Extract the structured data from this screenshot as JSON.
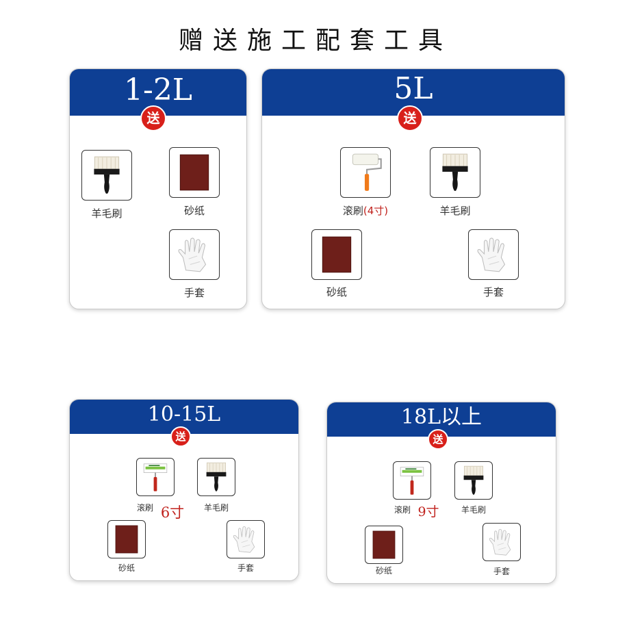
{
  "page_title": "赠送施工配套工具",
  "badge": "送",
  "colors": {
    "header_blue": "#0e3f94",
    "badge_red": "#d8201a",
    "sandpaper": "#6e1f1a",
    "roller_orange": "#f07a1a"
  },
  "cards": [
    {
      "volume": "1-2L",
      "tools": [
        {
          "icon": "brush-icon",
          "label": "羊毛刷"
        },
        {
          "icon": "sandpaper-icon",
          "label": "砂纸"
        },
        {
          "icon": "glove-icon",
          "label": "手套"
        }
      ]
    },
    {
      "volume": "5L",
      "tools": [
        {
          "icon": "roller-icon",
          "label": "滚刷",
          "size": "(4寸)"
        },
        {
          "icon": "brush-icon",
          "label": "羊毛刷"
        },
        {
          "icon": "sandpaper-icon",
          "label": "砂纸"
        },
        {
          "icon": "glove-icon",
          "label": "手套"
        }
      ]
    },
    {
      "volume": "10-15L",
      "tools": [
        {
          "icon": "roller-icon",
          "label": "滚刷",
          "size": "6寸"
        },
        {
          "icon": "brush-icon",
          "label": "羊毛刷"
        },
        {
          "icon": "sandpaper-icon",
          "label": "砂纸"
        },
        {
          "icon": "glove-icon",
          "label": "手套"
        }
      ]
    },
    {
      "volume": "18L以上",
      "tools": [
        {
          "icon": "roller-icon",
          "label": "滚刷",
          "size": "9寸"
        },
        {
          "icon": "brush-icon",
          "label": "羊毛刷"
        },
        {
          "icon": "sandpaper-icon",
          "label": "砂纸"
        },
        {
          "icon": "glove-icon",
          "label": "手套"
        }
      ]
    }
  ]
}
